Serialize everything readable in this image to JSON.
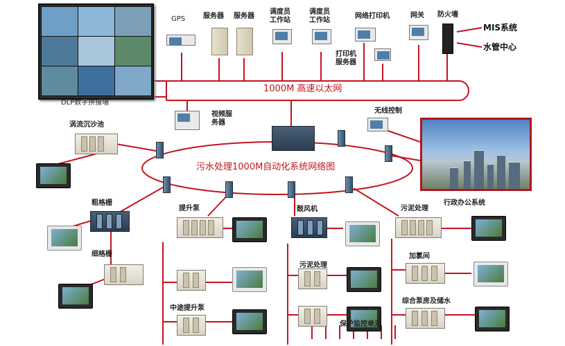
{
  "title": "污水处理1000M自动化系统网络图",
  "backbone": "1000M 高速以太网",
  "top_devices": {
    "dlp_wall": "DLP数字拼接墙",
    "gps": "GPS",
    "server1": "服务器",
    "server2": "服务器",
    "dispatch1": "调度员\n工作站",
    "dispatch2": "调度员\n工作站",
    "printer": "网络打印机",
    "gateway": "网关",
    "firewall": "防火墙",
    "print_server": "打印机\n服务器",
    "mis": "MIS系统",
    "water_center": "水管中心",
    "video_server": "视频服\n务器",
    "wireless": "无线控制"
  },
  "stations": {
    "vortex_grit": "涡流沉沙池",
    "coarse_grid": "粗格栅",
    "fine_grid": "细格栅",
    "lift_pump": "提升泵",
    "mid_lift_pump": "中途提升泵",
    "blower": "鼓风机",
    "sludge1": "污泥处理",
    "sludge2": "污泥处理",
    "admin": "行政办公系统",
    "dosing": "加氯间",
    "pump_storage": "综合泵房及储水",
    "protection": "保护监控单元"
  },
  "colors": {
    "line": "#c4131e",
    "text": "#c4131e"
  }
}
